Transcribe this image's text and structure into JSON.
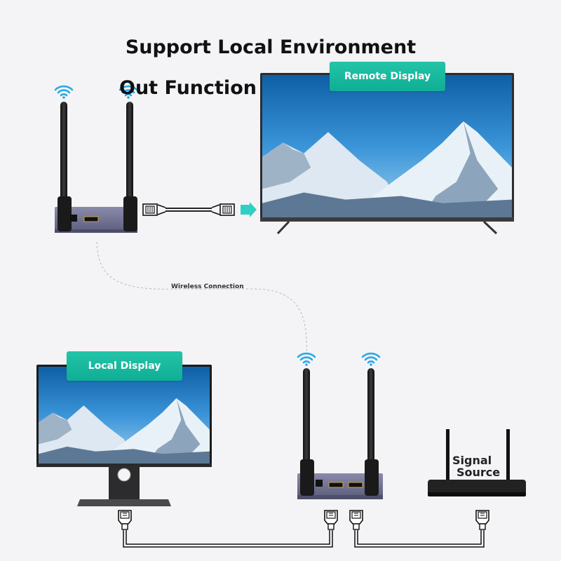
{
  "title": {
    "line1": "Support Local Environment",
    "line2": "Out Function"
  },
  "labels": {
    "remote_display": "Remote Display",
    "local_display": "Local Display",
    "wireless_connection": "Wireless Connection",
    "signal_source_line1": "Signal",
    "signal_source_line2": "Source"
  },
  "colors": {
    "accent": "#17b89e",
    "arrow": "#2fd0c2",
    "wifi": "#29a9e8",
    "device_body": "#6e6f8f"
  },
  "icons": [
    "wifi-icon",
    "hdmi-connector-icon",
    "arrow-right-icon"
  ]
}
